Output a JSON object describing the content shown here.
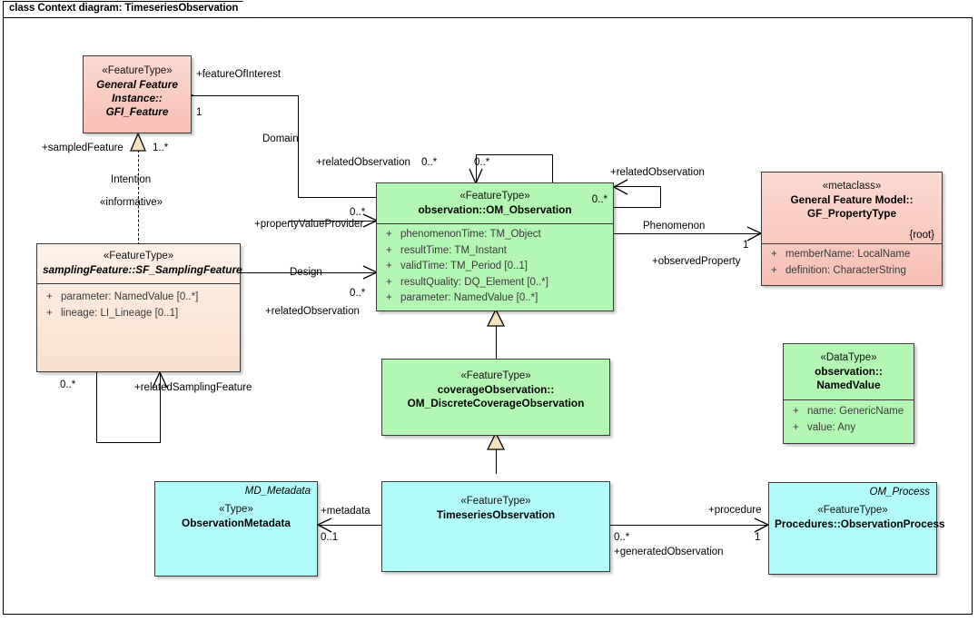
{
  "diagram": {
    "frame_label": "class Context diagram: TimeseriesObservation",
    "colors": {
      "pink": "#f8c8be",
      "peach": "#fae3d2",
      "green": "#b2f7b2",
      "cyan": "#b1fbfb",
      "border": "#3a3a3a",
      "line": "#000000",
      "generalization_fill": "#f6e3c0"
    }
  },
  "classes": {
    "gfi_feature": {
      "stereotype": "«FeatureType»",
      "name_line1": "General Feature",
      "name_line2": "Instance::",
      "name_line3": "GFI_Feature"
    },
    "sf_sampling_feature": {
      "stereotype": "«FeatureType»",
      "name": "samplingFeature::SF_SamplingFeature",
      "attributes": [
        {
          "visibility": "+",
          "text": "parameter: NamedValue [0..*]"
        },
        {
          "visibility": "+",
          "text": "lineage: LI_Lineage [0..1]"
        }
      ]
    },
    "om_observation": {
      "stereotype": "«FeatureType»",
      "name": "observation::OM_Observation",
      "corner_multiplicity": "0..*",
      "attributes": [
        {
          "visibility": "+",
          "text": "phenomenonTime: TM_Object"
        },
        {
          "visibility": "+",
          "text": "resultTime: TM_Instant"
        },
        {
          "visibility": "+",
          "text": "validTime: TM_Period [0..1]"
        },
        {
          "visibility": "+",
          "text": "resultQuality: DQ_Element [0..*]"
        },
        {
          "visibility": "+",
          "text": "parameter: NamedValue [0..*]"
        }
      ]
    },
    "gf_propertytype": {
      "stereotype": "«metaclass»",
      "name_line1": "General Feature Model::",
      "name_line2": "GF_PropertyType",
      "constraint": "{root}",
      "attributes": [
        {
          "visibility": "+",
          "text": "memberName: LocalName"
        },
        {
          "visibility": "+",
          "text": "definition: CharacterString"
        }
      ]
    },
    "named_value": {
      "stereotype": "«DataType»",
      "name_line1": "observation::",
      "name_line2": "NamedValue",
      "attributes": [
        {
          "visibility": "+",
          "text": "name: GenericName"
        },
        {
          "visibility": "+",
          "text": "value: Any"
        }
      ]
    },
    "coverage_observation": {
      "stereotype": "«FeatureType»",
      "name_line1": "coverageObservation::",
      "name_line2": "OM_DiscreteCoverageObservation"
    },
    "observation_metadata": {
      "topright_type": "MD_Metadata",
      "stereotype": "«Type»",
      "name": "ObservationMetadata"
    },
    "timeseries_observation": {
      "stereotype": "«FeatureType»",
      "name": "TimeseriesObservation"
    },
    "observation_process": {
      "topright_type": "OM_Process",
      "stereotype": "«FeatureType»",
      "name": "Procedures::ObservationProcess"
    }
  },
  "connectors": {
    "feature_of_interest": {
      "role": "+featureOfInterest",
      "multiplicity": "1"
    },
    "domain": {
      "label": "Domain"
    },
    "sampled_feature": {
      "role": "+sampledFeature",
      "multiplicity": "1..*"
    },
    "intention": {
      "label": "Intention",
      "stereotype": "«informative»"
    },
    "property_value_provider": {
      "role": "+propertyValueProvider",
      "multiplicity": "0..*"
    },
    "design": {
      "label": "Design"
    },
    "related_observation_left": {
      "role": "+relatedObservation",
      "multiplicity_near": "0..*",
      "multiplicity_far": "0..*"
    },
    "related_observation_self": {
      "role": "+relatedObservation",
      "multiplicity_near": "0..*",
      "multiplicity_far": "0..*"
    },
    "phenomenon": {
      "label": "Phenomenon",
      "role": "+observedProperty",
      "multiplicity": "1"
    },
    "related_sampling_feature": {
      "role": "+relatedSamplingFeature",
      "multiplicity_near": "0..*",
      "multiplicity_far": "0..*"
    },
    "metadata": {
      "role": "+metadata",
      "multiplicity": "0..1"
    },
    "procedure": {
      "role": "+procedure",
      "multiplicity": "1"
    },
    "generated_observation": {
      "role": "+generatedObservation",
      "multiplicity": "0..*"
    }
  }
}
